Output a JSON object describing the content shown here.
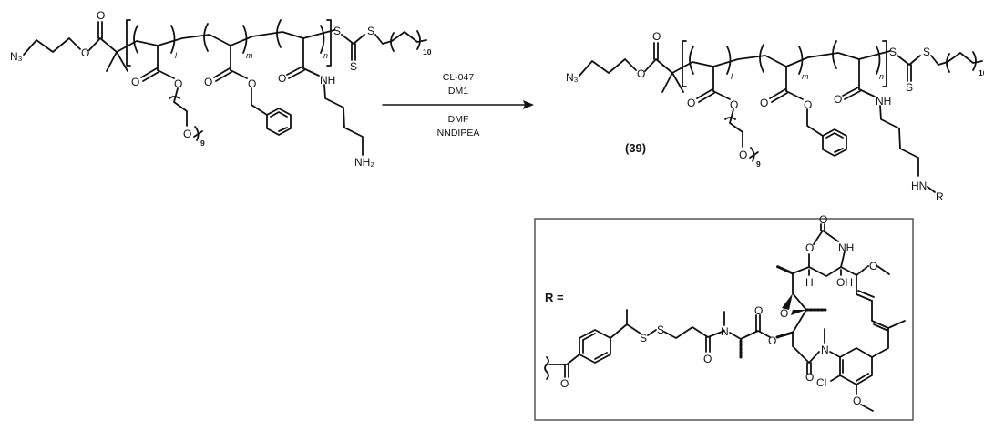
{
  "polymer_labels": {
    "azide": "N₃",
    "carbonyl_o": "O",
    "ester_o": "O",
    "sub_l": "l",
    "sub_m": "m",
    "sub_n": "n",
    "peg_carbonyl_o": "O",
    "peg_ester_o": "O",
    "peg_o": "O",
    "peg_repeat": "9",
    "bn_carbonyl_o": "O",
    "bn_ester_o": "O",
    "amide_o": "O",
    "amide_nh": "NH",
    "s1": "S",
    "s2": "S",
    "s3": "S",
    "alkyl_repeat": "10"
  },
  "reactant": {
    "terminal_amine": "NH₂"
  },
  "product": {
    "compound_number": "(39)",
    "amine": "HN",
    "r_group": "R"
  },
  "reagents": {
    "above": [
      "CL-047",
      "DM1"
    ],
    "below": [
      "DMF",
      "NNDIPEA"
    ]
  },
  "r_box": {
    "label": "R =",
    "atoms": {
      "o_ketone": "O",
      "s1": "S",
      "s2": "S",
      "o_amide1": "O",
      "n_methyl1": "N",
      "o_ester_co": "O",
      "o_ester": "O",
      "o_epoxide": "O",
      "o_carbamate_top": "O",
      "o_ring": "O",
      "nh_ring": "NH",
      "h": "H",
      "oh": "OH",
      "o_methoxy1": "O",
      "n_methyl2": "N",
      "o_lactam": "O",
      "cl": "Cl",
      "o_methoxy2": "O"
    }
  }
}
